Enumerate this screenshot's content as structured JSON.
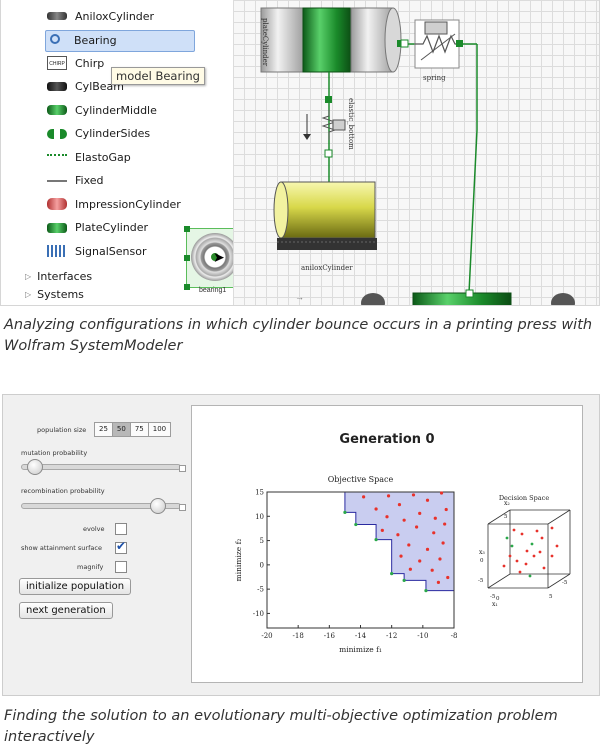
{
  "figure1": {
    "tree": {
      "items": [
        {
          "label": "AniloxCylinder",
          "icon": "anilox-cylinder-icon"
        },
        {
          "label": "Bearing",
          "icon": "bearing-icon",
          "selected": true
        },
        {
          "label": "Chirp",
          "icon": "chirp-icon",
          "icon_text": "CHIRP"
        },
        {
          "label": "CylBeam",
          "icon": "cylbeam-icon"
        },
        {
          "label": "CylinderMiddle",
          "icon": "cylinder-middle-icon"
        },
        {
          "label": "CylinderSides",
          "icon": "cylinder-sides-icon"
        },
        {
          "label": "ElastoGap",
          "icon": "elastogap-icon"
        },
        {
          "label": "Fixed",
          "icon": "fixed-icon"
        },
        {
          "label": "ImpressionCylinder",
          "icon": "impression-cylinder-icon"
        },
        {
          "label": "PlateCylinder",
          "icon": "plate-cylinder-icon"
        },
        {
          "label": "SignalSensor",
          "icon": "signal-sensor-icon"
        }
      ],
      "branches": [
        {
          "label": "Interfaces"
        },
        {
          "label": "Systems"
        }
      ],
      "tooltip": "model Bearing"
    },
    "diagram": {
      "labels": {
        "plate_cylinder": "plateCylinder",
        "spring": "spring",
        "elastic_bottom": "elastic_bottom",
        "anilox": "aniloxCylinder",
        "bearing": "bearing1"
      },
      "colors": {
        "plate_green": "#1a8a2a",
        "anilox_yellow": "#d8d84a",
        "connector": "#1a8a2a"
      }
    }
  },
  "caption1": "Analyzing configurations in which cylinder bounce occurs in a printing press with Wolfram SystemModeler",
  "figure2": {
    "controls": {
      "population_size_label": "population size",
      "population_options": [
        "25",
        "50",
        "75",
        "100"
      ],
      "population_selected": "50",
      "mutation_label": "mutation probability",
      "mutation_value": 0.03,
      "recombination_label": "recombination probability",
      "recombination_value": 0.85,
      "evolve_label": "evolve",
      "evolve_checked": false,
      "attainment_label": "show attainment surface",
      "attainment_checked": true,
      "magnify_label": "magnify",
      "magnify_checked": false,
      "init_button": "initialize population",
      "next_button": "next generation"
    },
    "panel": {
      "title": "Generation 0",
      "objective_title": "Objective Space",
      "decision_title": "Decision Space",
      "xlabel": "minimize f₁",
      "ylabel": "minimize f₂",
      "cube_labels": {
        "x1": "x₁",
        "x2": "x₂",
        "x3": "x₃",
        "zero_left": "0",
        "zero_bottom": "0",
        "five_top": "5",
        "five_right": "5",
        "minus_five_bottom": "-5",
        "minus_five_left": "-5",
        "minus_five_right": "-5"
      }
    },
    "colors": {
      "point": "#e8322b",
      "front_point": "#2aa84a",
      "region": "#c9cdf0",
      "front_line": "#2a2aa0",
      "cube_point_green": "#2aa84a"
    }
  },
  "chart_data": {
    "type": "scatter",
    "title": "Objective Space",
    "xlabel": "minimize f₁",
    "ylabel": "minimize f₂",
    "xlim": [
      -20,
      -8
    ],
    "ylim": [
      -13,
      15
    ],
    "xticks": [
      -20,
      -18,
      -16,
      -14,
      -12,
      -10,
      -8
    ],
    "yticks": [
      15,
      10,
      5,
      0,
      -5,
      -10
    ],
    "attainment_front": [
      [
        -15,
        15
      ],
      [
        -15,
        10.8
      ],
      [
        -14.3,
        10.8
      ],
      [
        -14.3,
        8.3
      ],
      [
        -13,
        8.3
      ],
      [
        -13,
        5.2
      ],
      [
        -12,
        5.2
      ],
      [
        -12,
        -1.8
      ],
      [
        -11.2,
        -1.8
      ],
      [
        -11.2,
        -3.2
      ],
      [
        -9.8,
        -3.2
      ],
      [
        -9.8,
        -5.3
      ],
      [
        -8,
        -5.3
      ]
    ],
    "points": [
      [
        -15,
        10.8
      ],
      [
        -14.3,
        8.3
      ],
      [
        -13,
        5.2
      ],
      [
        -12,
        -1.8
      ],
      [
        -11.2,
        -3.2
      ],
      [
        -9.8,
        -5.3
      ],
      [
        -13.8,
        14
      ],
      [
        -13,
        11.5
      ],
      [
        -12.2,
        14.2
      ],
      [
        -11.5,
        12.4
      ],
      [
        -10.6,
        14.4
      ],
      [
        -9.7,
        13.3
      ],
      [
        -8.8,
        14.8
      ],
      [
        -8.5,
        11.4
      ],
      [
        -9.2,
        9.6
      ],
      [
        -10.2,
        10.6
      ],
      [
        -11.2,
        9.2
      ],
      [
        -12.3,
        9.9
      ],
      [
        -12.6,
        7.1
      ],
      [
        -11.6,
        6.2
      ],
      [
        -10.4,
        7.8
      ],
      [
        -9.3,
        6.6
      ],
      [
        -8.6,
        8.4
      ],
      [
        -10.9,
        4.1
      ],
      [
        -9.7,
        3.2
      ],
      [
        -8.7,
        4.5
      ],
      [
        -11.4,
        1.8
      ],
      [
        -10.2,
        0.8
      ],
      [
        -8.9,
        1.2
      ],
      [
        -9.4,
        -1.1
      ],
      [
        -10.8,
        -0.9
      ],
      [
        -8.4,
        -2.6
      ],
      [
        -9.0,
        -3.6
      ]
    ],
    "front_points": [
      [
        -15,
        10.8
      ],
      [
        -14.3,
        8.3
      ],
      [
        -13,
        5.2
      ],
      [
        -12,
        -1.8
      ],
      [
        -11.2,
        -3.2
      ],
      [
        -9.8,
        -5.3
      ]
    ],
    "grid": false
  }
}
